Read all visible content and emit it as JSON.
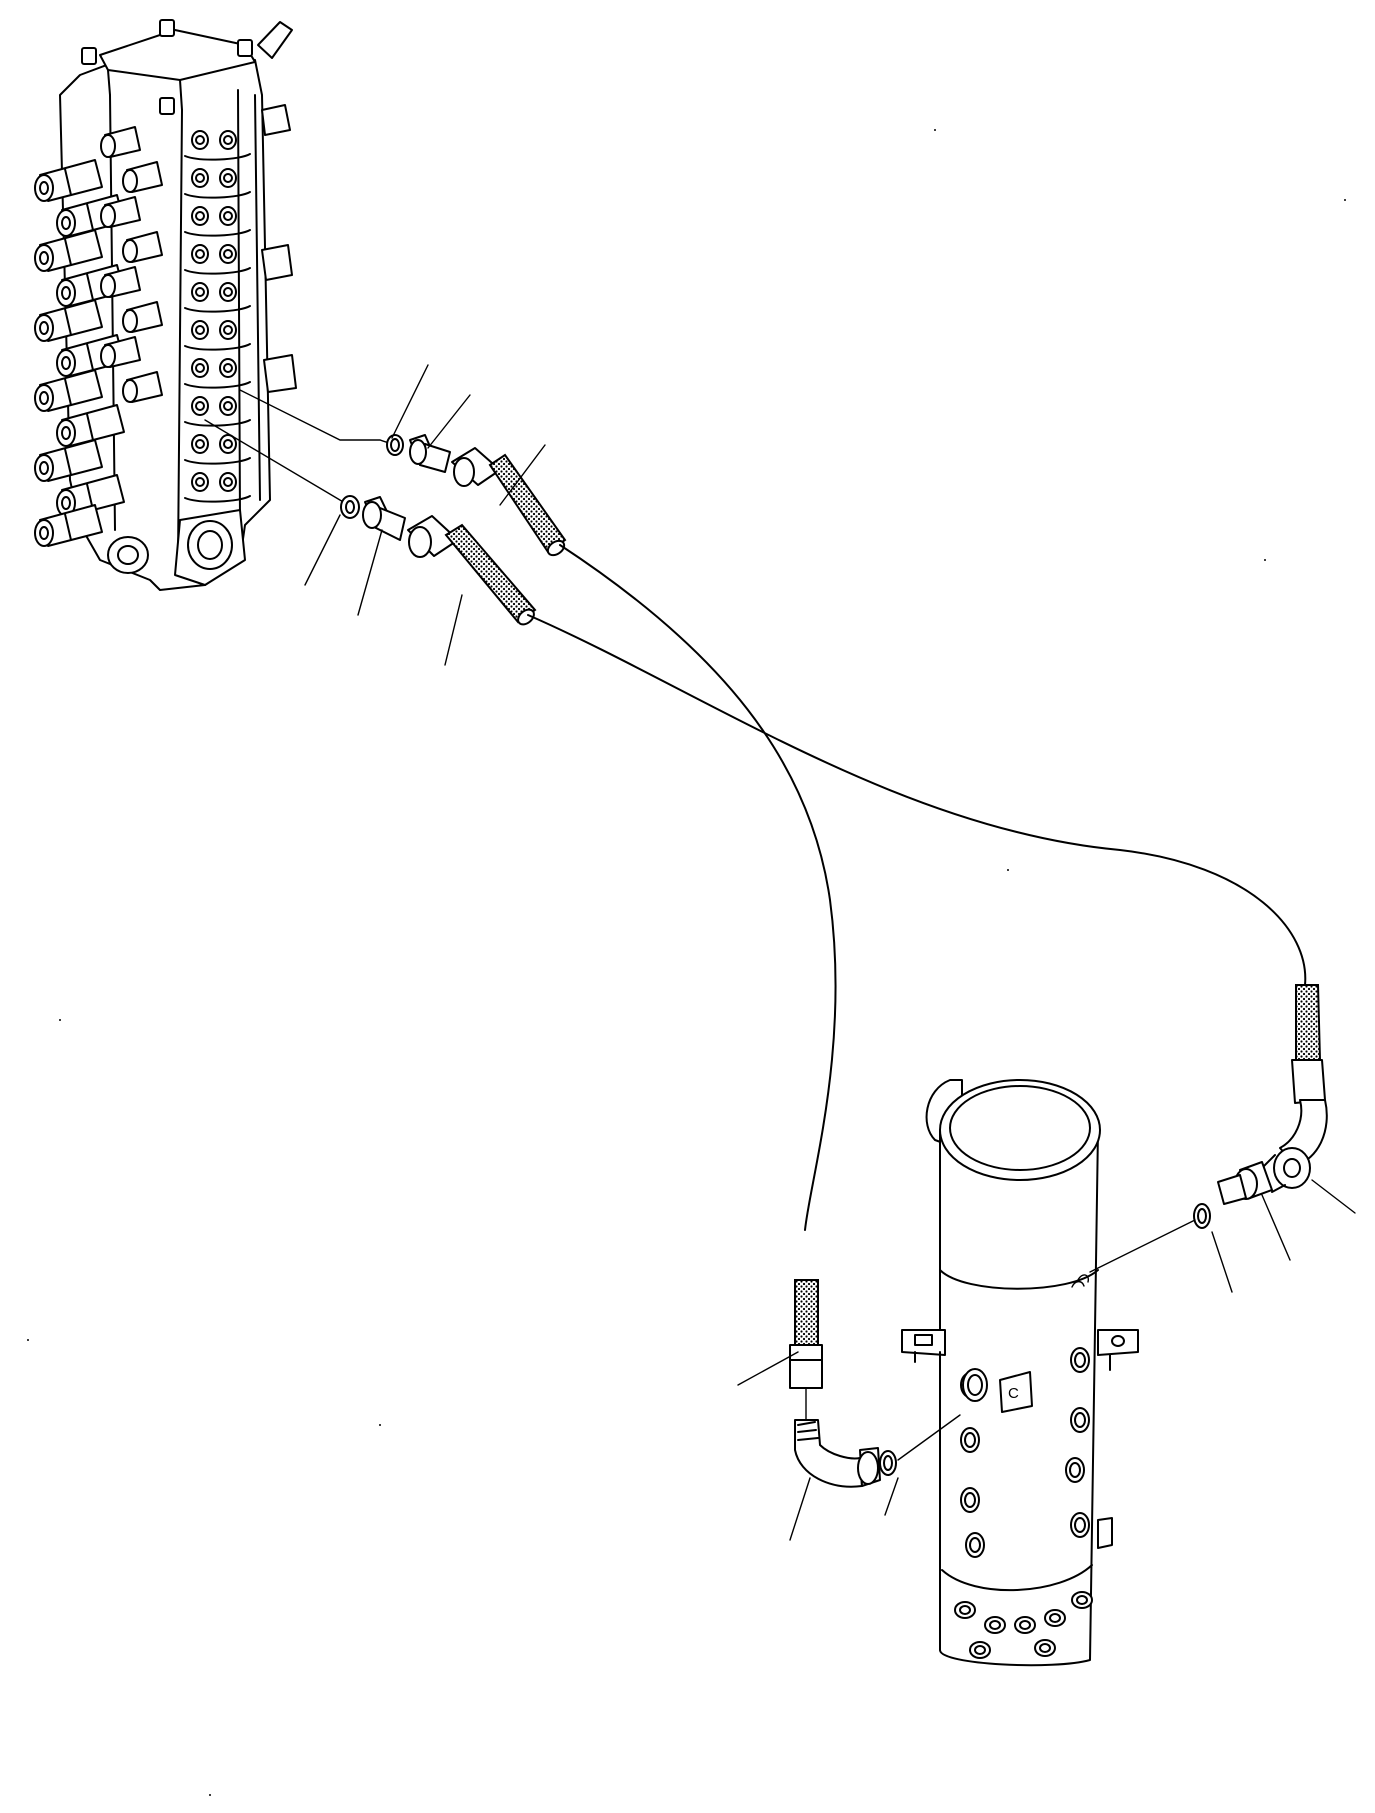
{
  "figure": {
    "background": "#ffffff",
    "line_color": "#000000",
    "components": [
      {
        "id": "control-valve",
        "kind": "multi-spool valve block"
      },
      {
        "id": "swivel-joint",
        "kind": "center swivel joint cylinder"
      }
    ],
    "swivel_port_label": "C",
    "hose_lines": [
      {
        "id": "hose-upper",
        "parts": [
          "o-ring",
          "adapter",
          "hose-end"
        ]
      },
      {
        "id": "hose-lower",
        "parts": [
          "o-ring",
          "adapter",
          "hose-end"
        ]
      }
    ],
    "leader_lines_count": 12
  }
}
